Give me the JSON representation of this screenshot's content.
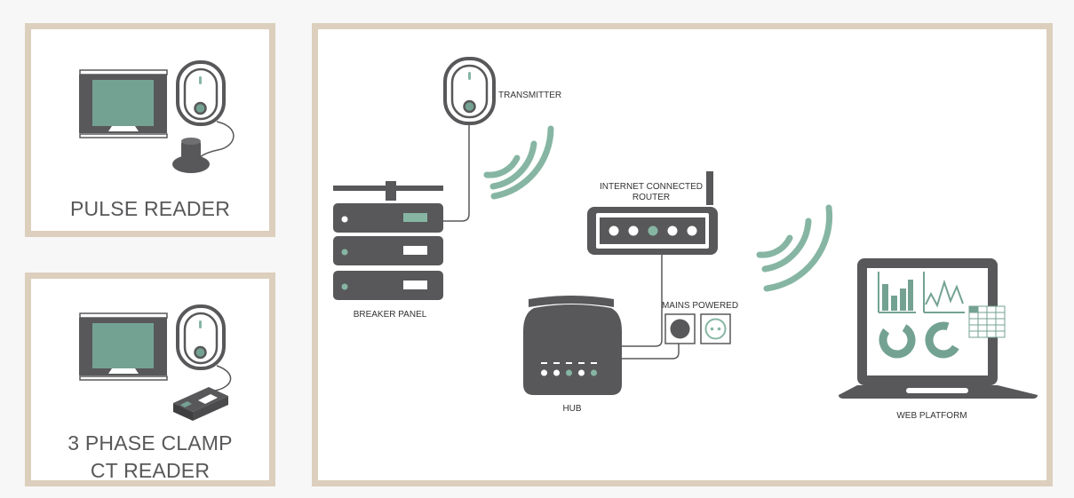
{
  "colors": {
    "frame": "#dccfbd",
    "device_dark": "#58585a",
    "accent": "#86b6a3",
    "screen": "#74a292",
    "background": "#f7f7f7",
    "panel": "#ffffff"
  },
  "panels": {
    "pulse_reader": {
      "label": "PULSE READER"
    },
    "clamp_reader": {
      "label_line1": "3 PHASE CLAMP",
      "label_line2": "CT READER"
    }
  },
  "diagram": {
    "transmitter": "TRANSMITTER",
    "breaker_panel": "BREAKER PANEL",
    "router_line1": "INTERNET CONNECTED",
    "router_line2": "ROUTER",
    "mains": "MAINS POWERED",
    "hub": "HUB",
    "web_platform": "WEB PLATFORM"
  },
  "icons": [
    "meter-icon",
    "transmitter-icon",
    "pulse-sensor-icon",
    "ct-clamp-icon",
    "breaker-panel-icon",
    "wifi-signal-icon",
    "router-icon",
    "hub-icon",
    "power-socket-icon",
    "laptop-icon",
    "bar-chart-icon",
    "line-chart-icon",
    "donut-chart-icon",
    "spreadsheet-icon"
  ]
}
